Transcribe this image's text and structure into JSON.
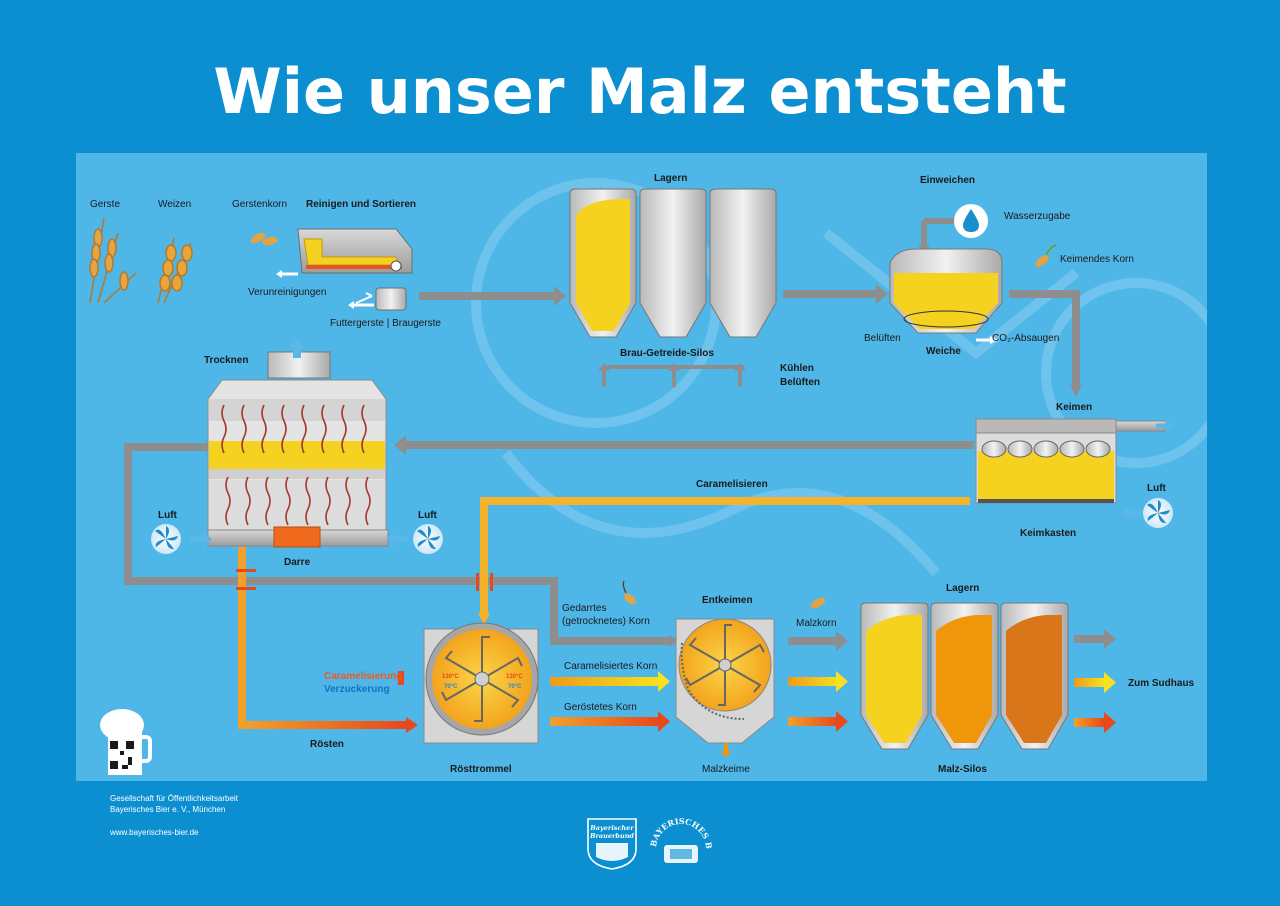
{
  "title": "Wie unser Malz entsteht",
  "labels": {
    "gerste": "Gerste",
    "weizen": "Weizen",
    "gerstenkorn": "Gerstenkorn",
    "reinigen": "Reinigen und Sortieren",
    "verunreinigungen": "Verunreinigungen",
    "futtergerste": "Futtergerste | Braugerste",
    "lagern_top": "Lagern",
    "brau_silos": "Brau-Getreide-Silos",
    "kuehlen": "Kühlen",
    "belueften_silo": "Belüften",
    "einweichen": "Einweichen",
    "wasserzugabe": "Wasserzugabe",
    "keimendes_korn": "Keimendes Korn",
    "belueften_weiche": "Belüften",
    "weiche": "Weiche",
    "co2_absaugen": "CO₂-Absaugen",
    "trocknen": "Trocknen",
    "keimen": "Keimen",
    "caramelisieren": "Caramelisieren",
    "keimkasten": "Keimkasten",
    "luft_left": "Luft",
    "luft_mid": "Luft",
    "luft_right": "Luft",
    "darre": "Darre",
    "gedarrtes": "Gedarrtes",
    "getrocknetes": "(getrocknetes) Korn",
    "entkeimen": "Entkeimen",
    "malzkorn": "Malzkorn",
    "lagern_bottom": "Lagern",
    "caramelisiertes_korn": "Caramelisiertes Korn",
    "geroestetes_korn": "Geröstetes Korn",
    "caramelisierung": "Caramelisierung",
    "verzuckerung": "Verzuckerung",
    "temp_130_left": "130°C",
    "temp_70_left": "70°C",
    "temp_130_right": "130°C",
    "temp_70_right": "70°C",
    "roesten": "Rösten",
    "roesttrommel": "Rösttrommel",
    "malzkeime": "Malzkeime",
    "malz_silos": "Malz-Silos",
    "zum_sudhaus": "Zum Sudhaus"
  },
  "footer": {
    "line1": "Gesellschaft für Öffentlichkeitsarbeit",
    "line2": "Bayerisches Bier e. V., München",
    "website": "www.bayerisches-bier.de"
  },
  "logos": {
    "left_text": "Bayerischer Brauerbund",
    "right_text": "BAYERISCHES BIER"
  },
  "colors": {
    "background": "#0b8fd1",
    "panel": "#4fb6e8",
    "grain_yellow": "#f5d21f",
    "caramel_orange": "#f0960a",
    "roast_orange": "#d9761a",
    "pipe_grey": "#8e8e8e",
    "heat_red": "#f05a1e"
  }
}
